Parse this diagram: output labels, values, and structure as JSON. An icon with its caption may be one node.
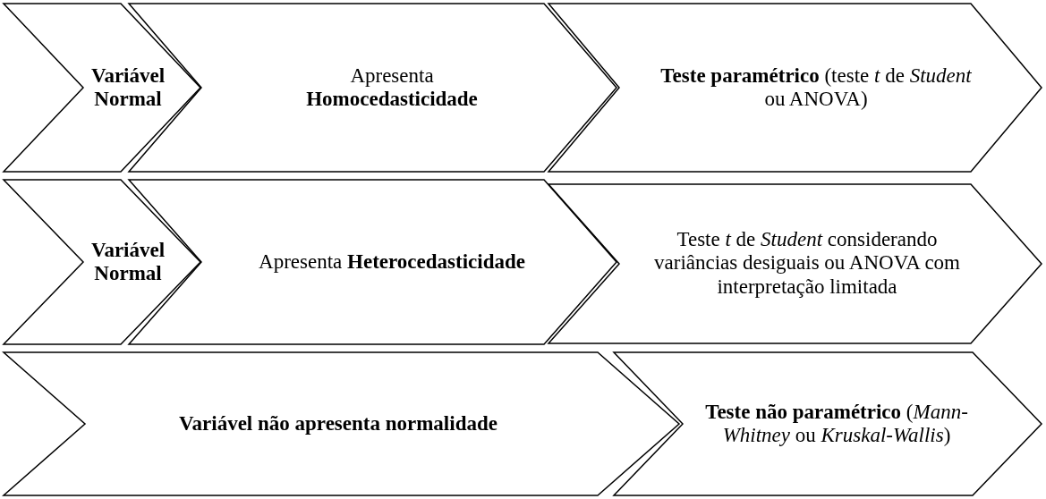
{
  "diagram": {
    "nodes": [
      {
        "text": [
          "Variável Normal"
        ]
      },
      {
        "text": [
          "Apresenta **Homocedasticidade**"
        ]
      },
      {
        "text": [
          "**Teste paramétrico** (teste *t* de *Student* ou ANOVA)"
        ]
      },
      {
        "text": [
          "Variável Normal"
        ]
      },
      {
        "text": [
          "Apresenta **Heterocedasticidade**"
        ]
      },
      {
        "text": [
          "Teste *t* de *Student* considerando variâncias desiguais ou ANOVA com interpretação limitada"
        ]
      },
      {
        "text": [
          "Variável não apresenta normalidade"
        ]
      },
      {
        "text": [
          "**Teste não paramétrico** (*Mann-Whitney* ou *Kruskal-Wallis*)"
        ]
      }
    ]
  }
}
